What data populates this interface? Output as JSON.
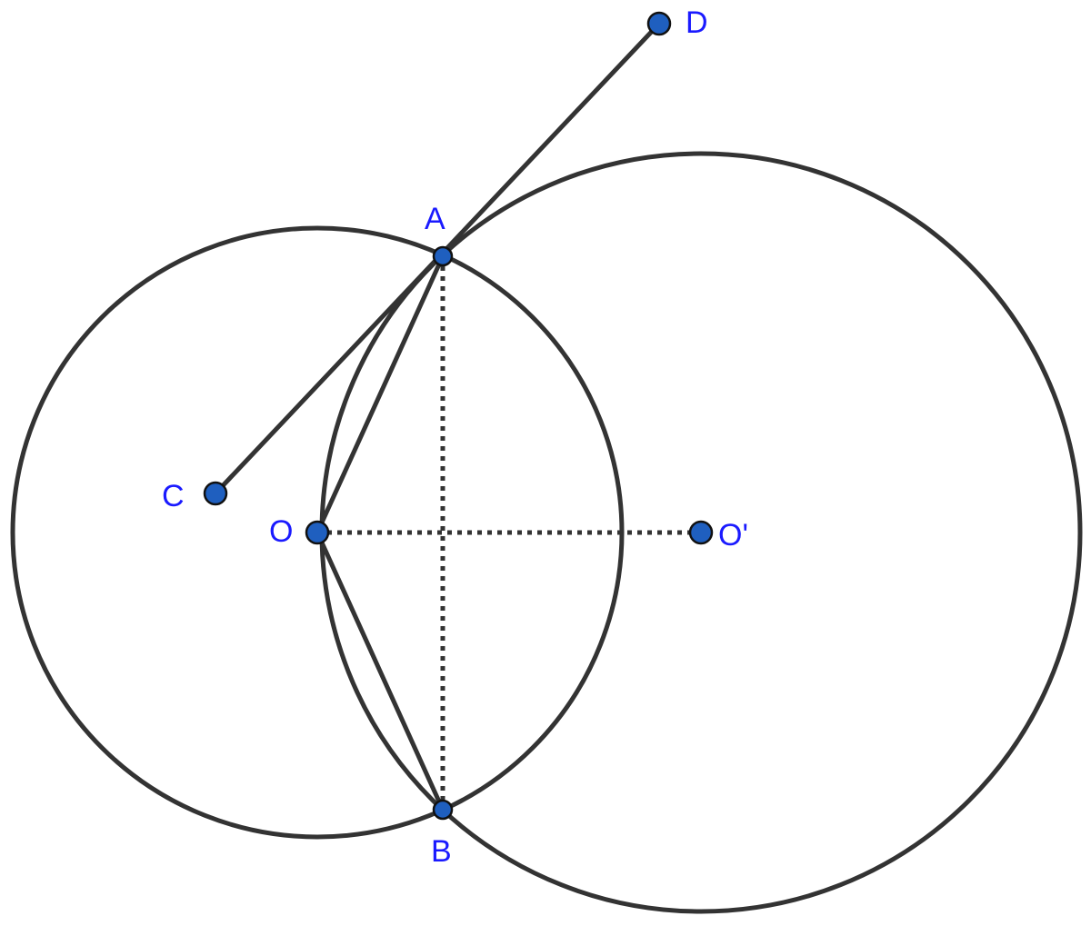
{
  "labels": {
    "A": "A",
    "B": "B",
    "C": "C",
    "D": "D",
    "O": "O",
    "O_prime": "O'"
  },
  "colors": {
    "stroke": "#333333",
    "point_fill": "#1f5fbf",
    "label": "#1a1aff"
  }
}
